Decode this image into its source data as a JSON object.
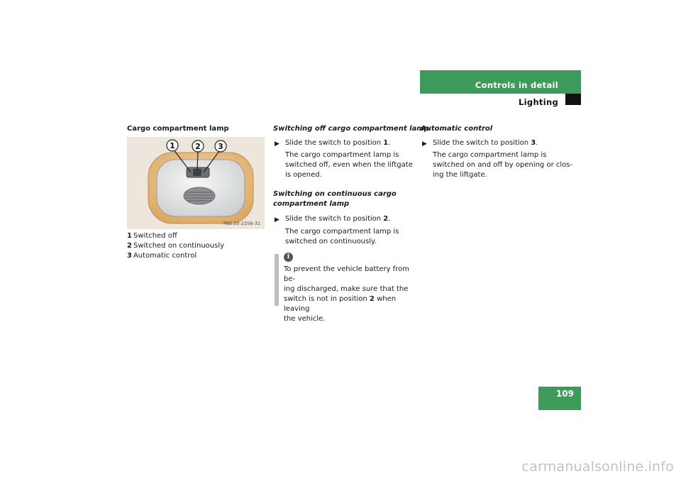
{
  "header": {
    "title": "Controls in detail",
    "subtitle": "Lighting",
    "page_number": "109"
  },
  "left": {
    "heading": "Cargo compartment lamp",
    "figure": {
      "callouts": [
        "1",
        "2",
        "3"
      ],
      "code": "P82.20-2358-31"
    },
    "legend": [
      {
        "num": "1",
        "text": "Switched off"
      },
      {
        "num": "2",
        "text": "Switched on continuously"
      },
      {
        "num": "3",
        "text": "Automatic control"
      }
    ]
  },
  "middle": {
    "section1": {
      "heading": "Switching off cargo compartment lamp",
      "step_pre": "Slide the switch to position ",
      "step_num": "1",
      "step_post": ".",
      "result": "The cargo compartment lamp is switched off, even when the liftgate is opened."
    },
    "section2": {
      "heading_l1": "Switching on continuous cargo",
      "heading_l2": "compartment lamp",
      "step_pre": "Slide the switch to position ",
      "step_num": "2",
      "step_post": ".",
      "result": "The cargo compartment lamp is switched on continuously."
    },
    "note": {
      "icon": "info-icon",
      "l1": "To prevent the vehicle battery from be-",
      "l2": "ing discharged, make sure that the",
      "l3_pre": "switch is not in position ",
      "l3_num": "2",
      "l3_post": " when leaving",
      "l4": "the vehicle."
    }
  },
  "right": {
    "heading": "Automatic control",
    "step_pre": "Slide the switch to position ",
    "step_num": "3",
    "step_post": ".",
    "result_l1": "The cargo compartment lamp is",
    "result_l2": "switched on and off by opening or clos-",
    "result_l3": "ing the liftgate."
  },
  "watermark": "carmanualsonline.info",
  "colors": {
    "accent": "#3d9a5a",
    "note_bar": "#bdbdbd"
  }
}
